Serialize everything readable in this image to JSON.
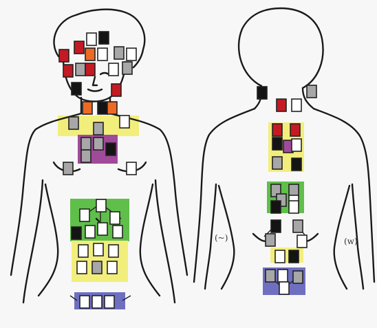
{
  "colors": {
    "red": "#c41a24",
    "black": "#141414",
    "white": "#ffffff",
    "gray": "#a7a7a7",
    "orange": "#ee6a24",
    "purple": "#a04a9a",
    "yellow_zone": "#f2ee7c",
    "green_zone": "#5fbf4a",
    "blue_zone": "#6f6fc2",
    "outline": "#1a1a1a"
  },
  "figures": {
    "front": {
      "view": "front"
    },
    "back": {
      "view": "back"
    }
  },
  "annotations": {
    "left_arm_mark": "(~)",
    "right_arm_mark": "(w)"
  }
}
